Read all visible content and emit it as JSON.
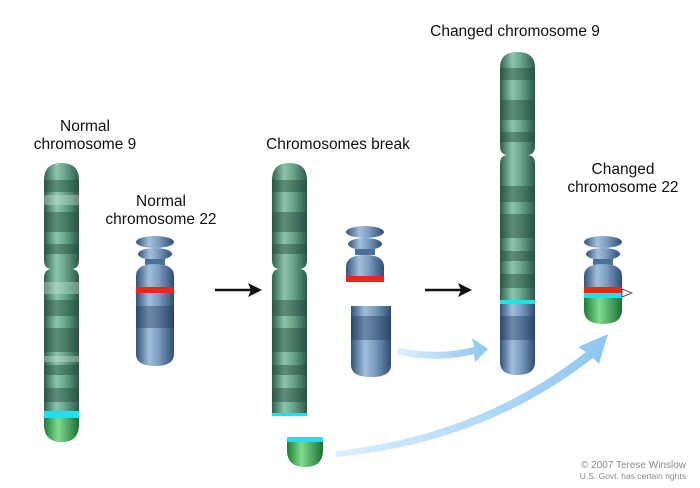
{
  "labels": {
    "normal_chr9": [
      "Normal",
      "chromosome 9"
    ],
    "normal_chr22": [
      "Normal",
      "chromosome 22"
    ],
    "chromosomes_break": "Chromosomes break",
    "changed_chr9": "Changed chromosome 9",
    "changed_chr22": [
      "Changed",
      "chromosome 22"
    ]
  },
  "credit": {
    "line1": "© 2007 Terese Winslow",
    "line2": "U.S. Govt. has certain rights"
  },
  "colors": {
    "chr9_body": "#4f8f77",
    "chr22_body": "#5b7fa6",
    "break_marker_chr22": "#e8261c",
    "break_marker_chr9": "#1fe0ec",
    "translocated_piece": "#3fae5a",
    "movement_arrow": "#9fd0f2",
    "sequence_arrow": "#111111"
  }
}
